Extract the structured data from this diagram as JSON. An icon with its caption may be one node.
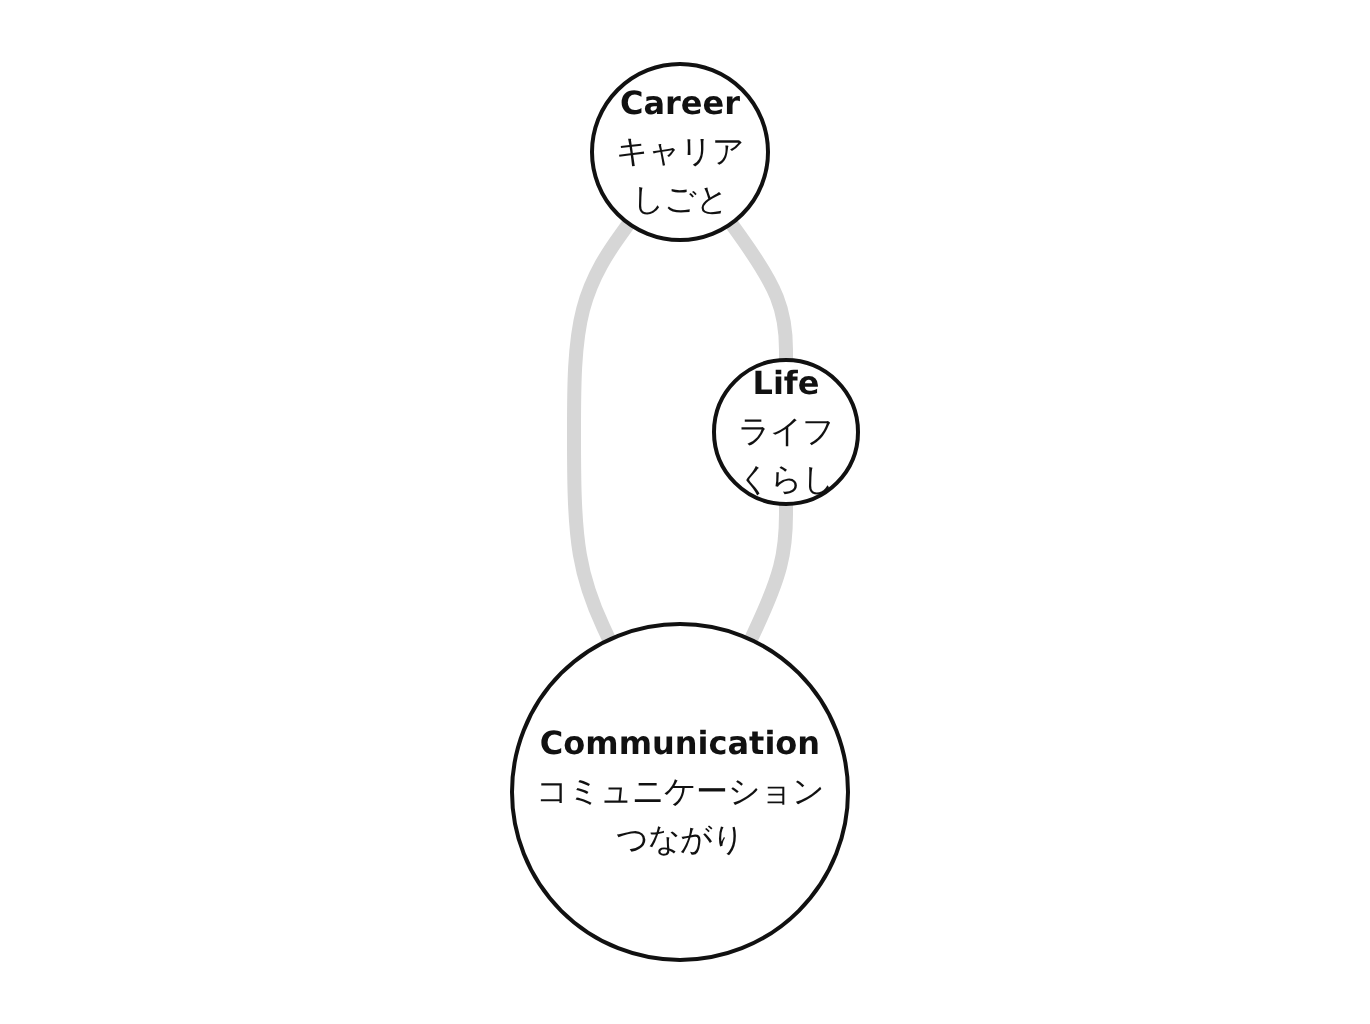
{
  "diagram": {
    "nodes": [
      {
        "text": [
          "Career",
          "キャリア",
          "しごと"
        ]
      },
      {
        "text": [
          "Life",
          "ライフ",
          "くらし"
        ]
      },
      {
        "text": [
          "Communication",
          "コミュニケーション",
          "つながり"
        ]
      }
    ],
    "edges": [
      {
        "from": 0,
        "to": 1,
        "arrow": "none"
      },
      {
        "from": 0,
        "to": 2,
        "arrow": "none"
      },
      {
        "from": 1,
        "to": 2,
        "arrow": "none"
      }
    ]
  }
}
